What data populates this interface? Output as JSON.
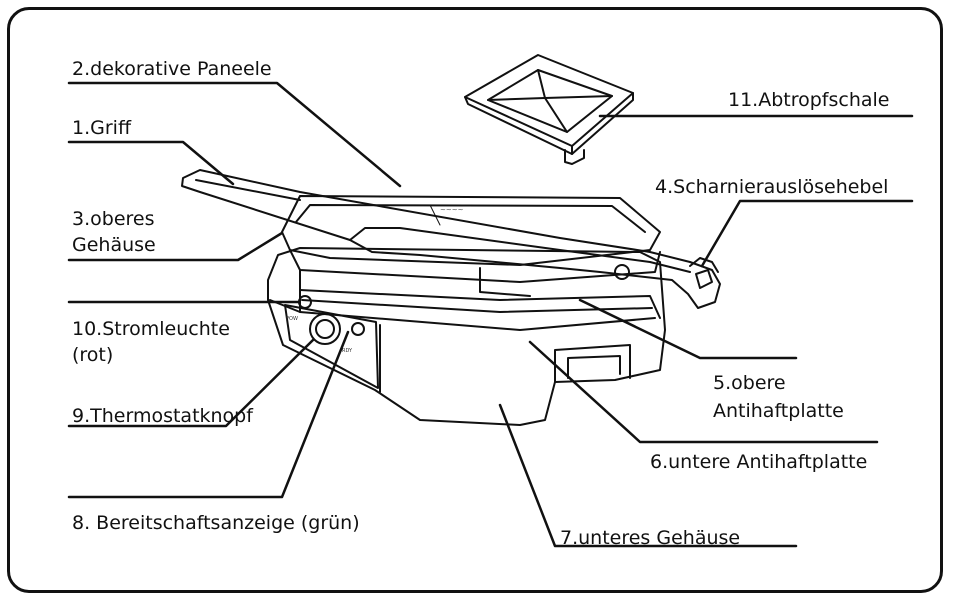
{
  "labels": {
    "l1": "1.Griff",
    "l2": "2.dekorative Paneele",
    "l3a": "3.oberes",
    "l3b": "Gehäuse",
    "l4": "4.Scharnierauslösehebel",
    "l5a": "5.obere",
    "l5b": "Antihaftplatte",
    "l6": "6.untere Antihaftplatte",
    "l7": "7.unteres Gehäuse",
    "l8": "8. Bereitschaftsanzeige (grün)",
    "l9": "9.Thermostatknopf",
    "l10a": "10.Stromleuchte",
    "l10b": "(rot)",
    "l11": "11.Abtropfschale"
  }
}
